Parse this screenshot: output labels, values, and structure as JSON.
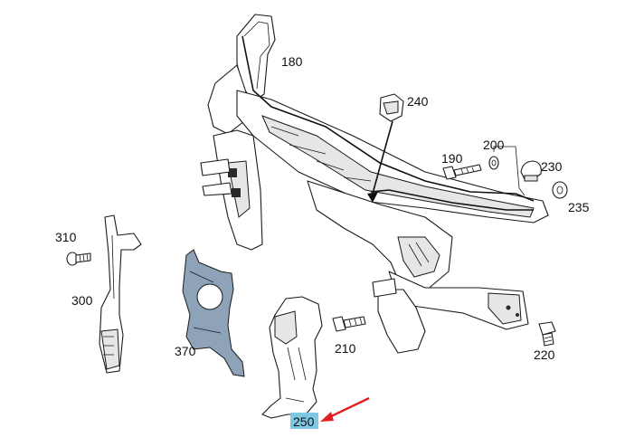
{
  "callouts": {
    "c180": "180",
    "c240": "240",
    "c190": "190",
    "c200": "200",
    "c230": "230",
    "c235": "235",
    "c310": "310",
    "c300": "300",
    "c370": "370",
    "c210": "210",
    "c220": "220",
    "c250": "250"
  },
  "highlight": {
    "selected_callout": "250",
    "highlight_color": "#7ec8e3",
    "arrow_color": "#e02020"
  },
  "colors": {
    "highlighted_part_fill": "#7f9ab5",
    "line_color": "#1a1a1a"
  }
}
